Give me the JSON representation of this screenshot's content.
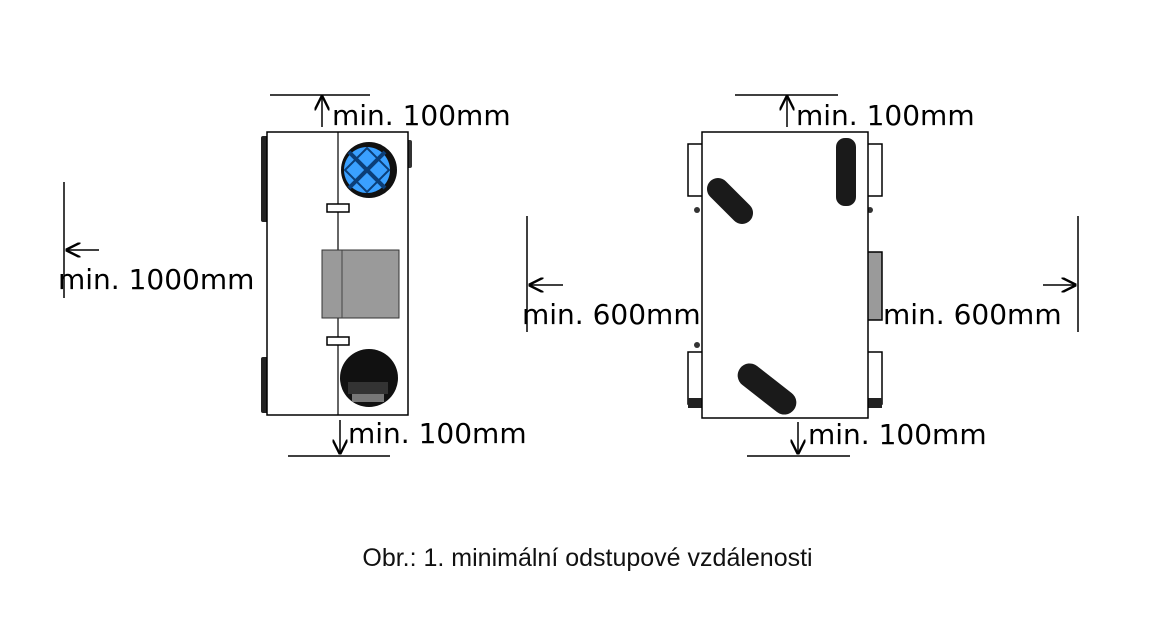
{
  "left_view": {
    "top": "min. 100mm",
    "bottom": "min. 100mm",
    "front": "min. 1000mm"
  },
  "right_view": {
    "top": "min. 100mm",
    "bottom": "min. 100mm",
    "left": "min. 600mm",
    "right": "min. 600mm"
  },
  "caption": "Obr.: 1. minimální odstupové vzdálenosti",
  "colors": {
    "fan_blue": "#3aa0ff",
    "line": "#000000",
    "unit_fill": "#ffffff",
    "panel_gray": "#9a9a9a"
  },
  "icons": [
    "arrow-up-icon",
    "arrow-down-icon",
    "arrow-left-icon",
    "arrow-right-icon",
    "fan-icon"
  ]
}
